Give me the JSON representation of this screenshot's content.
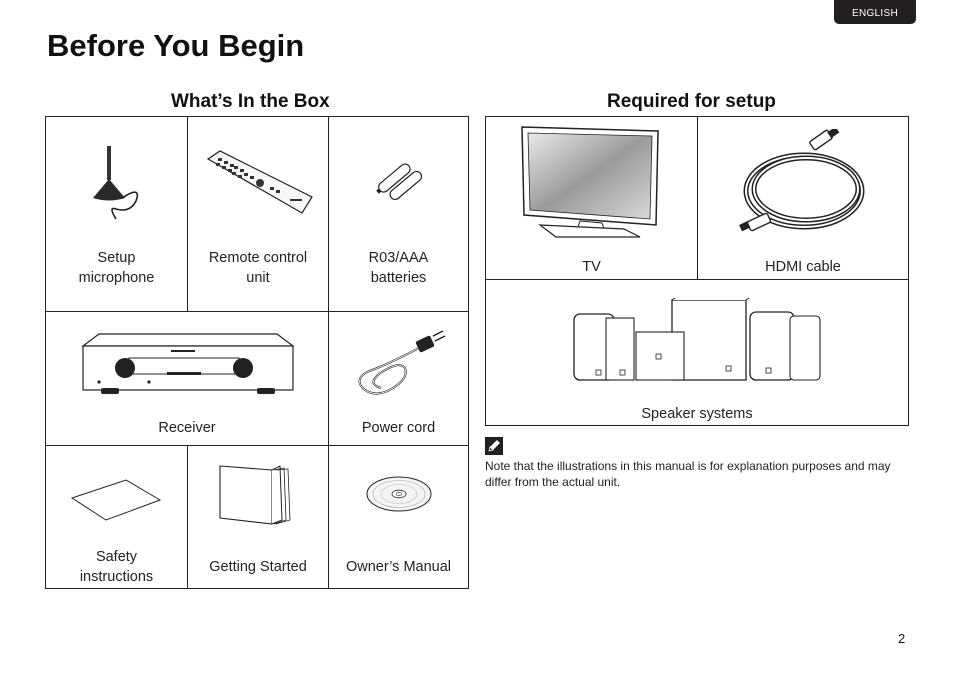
{
  "header": {
    "language_tab": "ENGLISH",
    "title": "Before You Begin"
  },
  "box_section": {
    "title": "What’s In the Box",
    "items": [
      {
        "label": "Setup microphone",
        "icon": "microphone-icon"
      },
      {
        "label": "Remote control unit",
        "icon": "remote-control-icon"
      },
      {
        "label": "R03/AAA batteries",
        "icon": "batteries-icon"
      },
      {
        "label": "Receiver",
        "icon": "receiver-icon"
      },
      {
        "label": "Power cord",
        "icon": "power-cord-icon"
      },
      {
        "label": "Safety instructions",
        "icon": "document-icon"
      },
      {
        "label": "Getting Started",
        "icon": "booklet-icon"
      },
      {
        "label": "Owner’s Manual",
        "icon": "disc-icon"
      }
    ]
  },
  "setup_section": {
    "title": "Required for setup",
    "items": [
      {
        "label": "TV",
        "icon": "tv-icon"
      },
      {
        "label": "HDMI cable",
        "icon": "hdmi-cable-icon"
      },
      {
        "label": "Speaker systems",
        "icon": "speakers-icon"
      }
    ]
  },
  "note": {
    "icon": "pencil-note-icon",
    "text": "Note that the illustrations in this manual is for explanation purposes and may differ from the actual unit."
  },
  "footer": {
    "page_number": "2"
  }
}
